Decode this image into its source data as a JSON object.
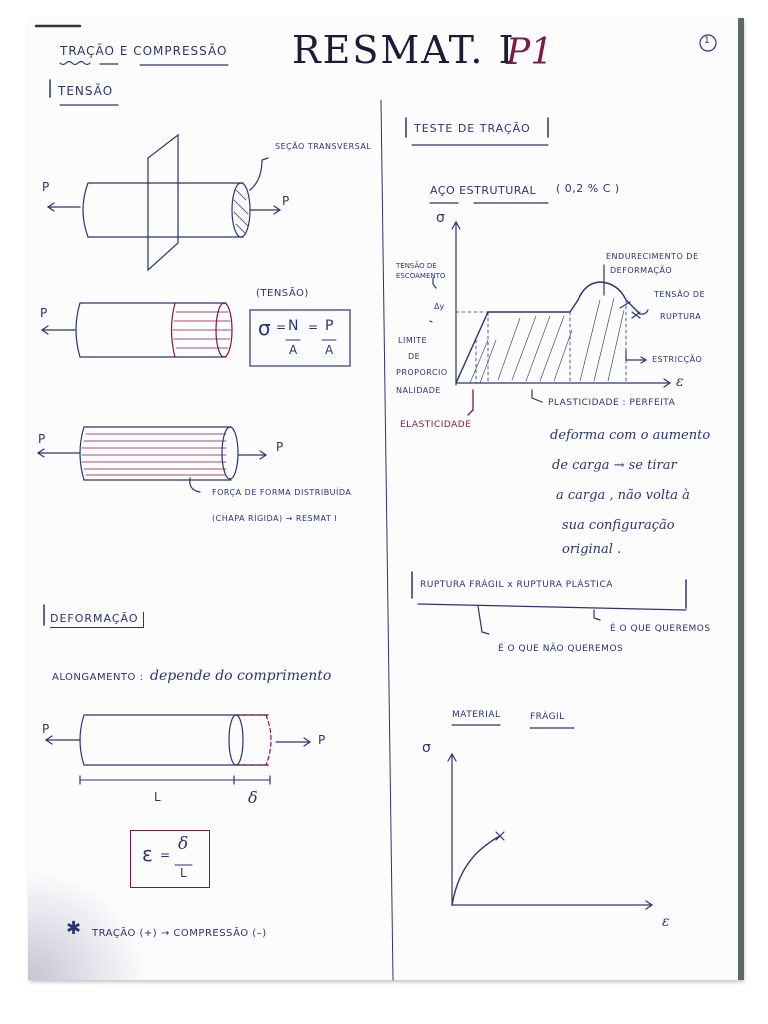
{
  "header": {
    "section": "TRAÇÃO E COMPRESSÃO",
    "title": "RESMAT. I",
    "part": "P1",
    "page_number": "1"
  },
  "left": {
    "tensao_heading": "TENSÃO",
    "secao_transversal": "SEÇÃO TRANSVERSAL",
    "load_P": "P",
    "tensao_label": "(TENSÃO)",
    "formula_sigma": "σ",
    "formula_N": "N",
    "formula_A": "A",
    "formula_P": "P",
    "eq": "=",
    "force_note_line1": "FORÇA DE FORMA DISTRIBUÍDA",
    "force_note_line2": "(CHAPA RÍGIDA) → RESMAT I",
    "deformacao_heading": "DEFORMAÇÃO",
    "alongamento_caps": "ALONGAMENTO :",
    "alongamento_text": "depende do comprimento",
    "dim_L": "L",
    "dim_delta": "δ",
    "strain_eps": "ε",
    "strain_delta": "δ",
    "strain_L": "L",
    "note_star": "✱",
    "note_text": "TRAÇÃO (+) → COMPRESSÃO (–)"
  },
  "right": {
    "teste_heading": "TESTE DE TRAÇÃO",
    "aco_title": "AÇO ESTRUTURAL",
    "aco_note": "( 0,2 % C )",
    "sigma": "σ",
    "epsilon": "ε",
    "tensao_escoamento_1": "TENSÃO DE",
    "tensao_escoamento_2": "ESCOAMENTO",
    "delta_y": "Δy",
    "lim_1": "LIMITE",
    "lim_2": "DE",
    "lim_3": "PROPORCIO",
    "lim_4": "NALIDADE",
    "endurecimento_1": "ENDURECIMENTO DE",
    "endurecimento_2": "DEFORMAÇÃO",
    "ruptura_1": "TENSÃO DE",
    "ruptura_2": "RUPTURA",
    "estriccao": "ESTRICÇÃO",
    "plasticidade": "PLASTICIDADE : PERFEITA",
    "elasticidade": "ELASTICIDADE",
    "plast_text_1": "deforma com o aumento",
    "plast_text_2": "de carga → se tirar",
    "plast_text_3": "a carga , não volta à",
    "plast_text_4": "sua configuração",
    "plast_text_5": "original .",
    "ruptura_heading": "RUPTURA FRÁGIL  x  RUPTURA PLÁSTICA",
    "queremos": "É O QUE QUEREMOS",
    "nao_queremos": "É O QUE NÃO QUEREMOS",
    "material_fragil_1": "MATERIAL",
    "material_fragil_2": "FRÁGIL",
    "sigma2": "σ",
    "epsilon2": "ε"
  },
  "colors": {
    "ink": "#2a3570",
    "accent": "#7a1a4a"
  }
}
